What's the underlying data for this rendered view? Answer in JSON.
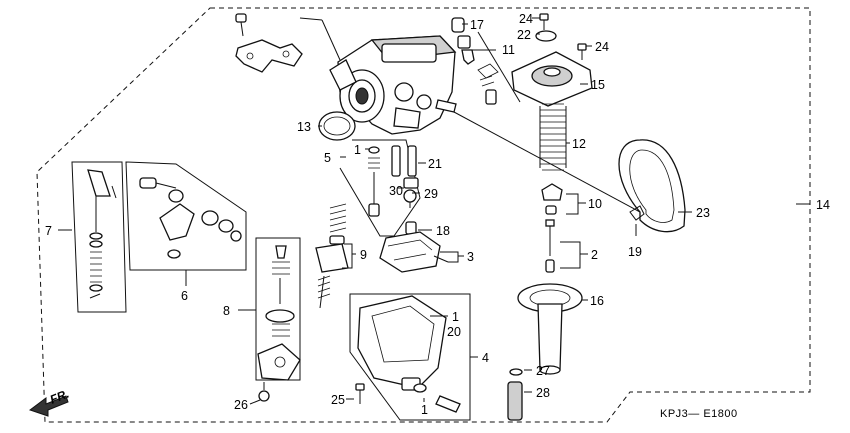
{
  "callouts": {
    "c17": "17",
    "c24a": "24",
    "c22": "22",
    "c24b": "24",
    "c11": "11",
    "c15": "15",
    "c13": "13",
    "c12": "12",
    "c5": "5",
    "c1a": "1",
    "c21": "21",
    "c30": "30",
    "c29": "29",
    "c10": "10",
    "c14": "14",
    "c23": "23",
    "c7": "7",
    "c19": "19",
    "c18": "18",
    "c3": "3",
    "c9": "9",
    "c2": "2",
    "c6": "6",
    "c8": "8",
    "c1b": "1",
    "c20": "20",
    "c16": "16",
    "c4": "4",
    "c27": "27",
    "c28": "28",
    "c25": "25",
    "c26": "26",
    "c1c": "1"
  },
  "direction_label": "FR.",
  "ref_code": "KPJ3— E1800"
}
